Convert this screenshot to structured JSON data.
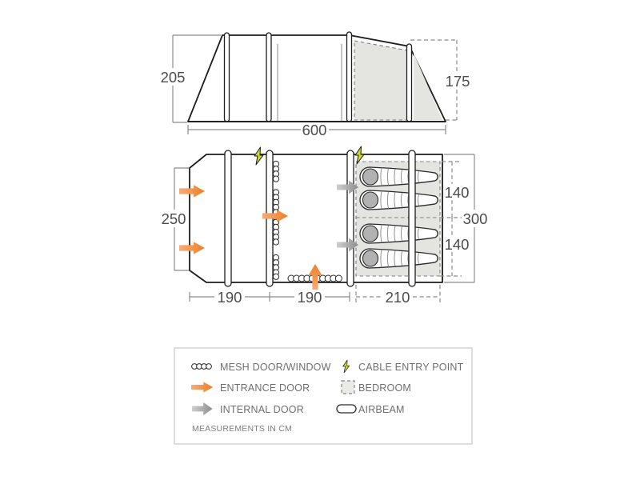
{
  "colors": {
    "line": "#1d1d1d",
    "dim-line": "#8b8b8b",
    "dim-text": "#4c4c4c",
    "legend-text": "#6f6f6f",
    "legend-border": "#c9c9c9",
    "orange-tail": "#f6ad74",
    "orange-head": "#ec7f2b",
    "gray-tail": "#cfcfcf",
    "gray-head": "#8d8d8d",
    "bolt-fill": "#c9d834",
    "bedroom-fill": "#e4e4e1",
    "bedroom-dash": "#7f7f7f",
    "bag-head": "#b2b2b2"
  },
  "elevation": {
    "height_left": "205",
    "height_right": "175",
    "width": "600"
  },
  "floorplan": {
    "left_depth": "250",
    "right_depth": "300",
    "bedroom_upper": "140",
    "bedroom_lower": "140",
    "section_1": "190",
    "section_2": "190",
    "section_3": "210"
  },
  "legend": {
    "items": [
      {
        "icon": "mesh-door-window-icon",
        "label": "MESH DOOR/WINDOW"
      },
      {
        "icon": "cable-entry-point-icon",
        "label": "CABLE ENTRY POINT"
      },
      {
        "icon": "entrance-door-icon",
        "label": "ENTRANCE DOOR"
      },
      {
        "icon": "bedroom-icon",
        "label": "BEDROOM"
      },
      {
        "icon": "internal-door-icon",
        "label": "INTERNAL DOOR"
      },
      {
        "icon": "airbeam-icon",
        "label": "AIRBEAM"
      }
    ],
    "note": "MEASUREMENTS IN CM"
  }
}
